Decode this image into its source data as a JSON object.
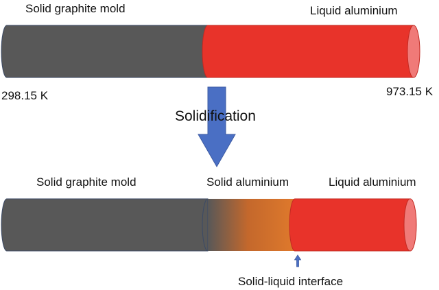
{
  "top": {
    "left_label": "Solid graphite mold",
    "right_label": "Liquid aluminium",
    "left_temp": "298.15 K",
    "right_temp": "973.15 K"
  },
  "arrow": {
    "label": "Solidification"
  },
  "bottom": {
    "left_label": "Solid graphite mold",
    "middle_label": "Solid aluminium",
    "right_label": "Liquid aluminium",
    "interface_label": "Solid-liquid interface"
  },
  "colors": {
    "graphite": "#585858",
    "liquid_aluminium": "#e8332a",
    "liquid_end_cap": "#f07a78",
    "solid_aluminium": "#e06a2a",
    "arrow": "#4a6fc4"
  }
}
